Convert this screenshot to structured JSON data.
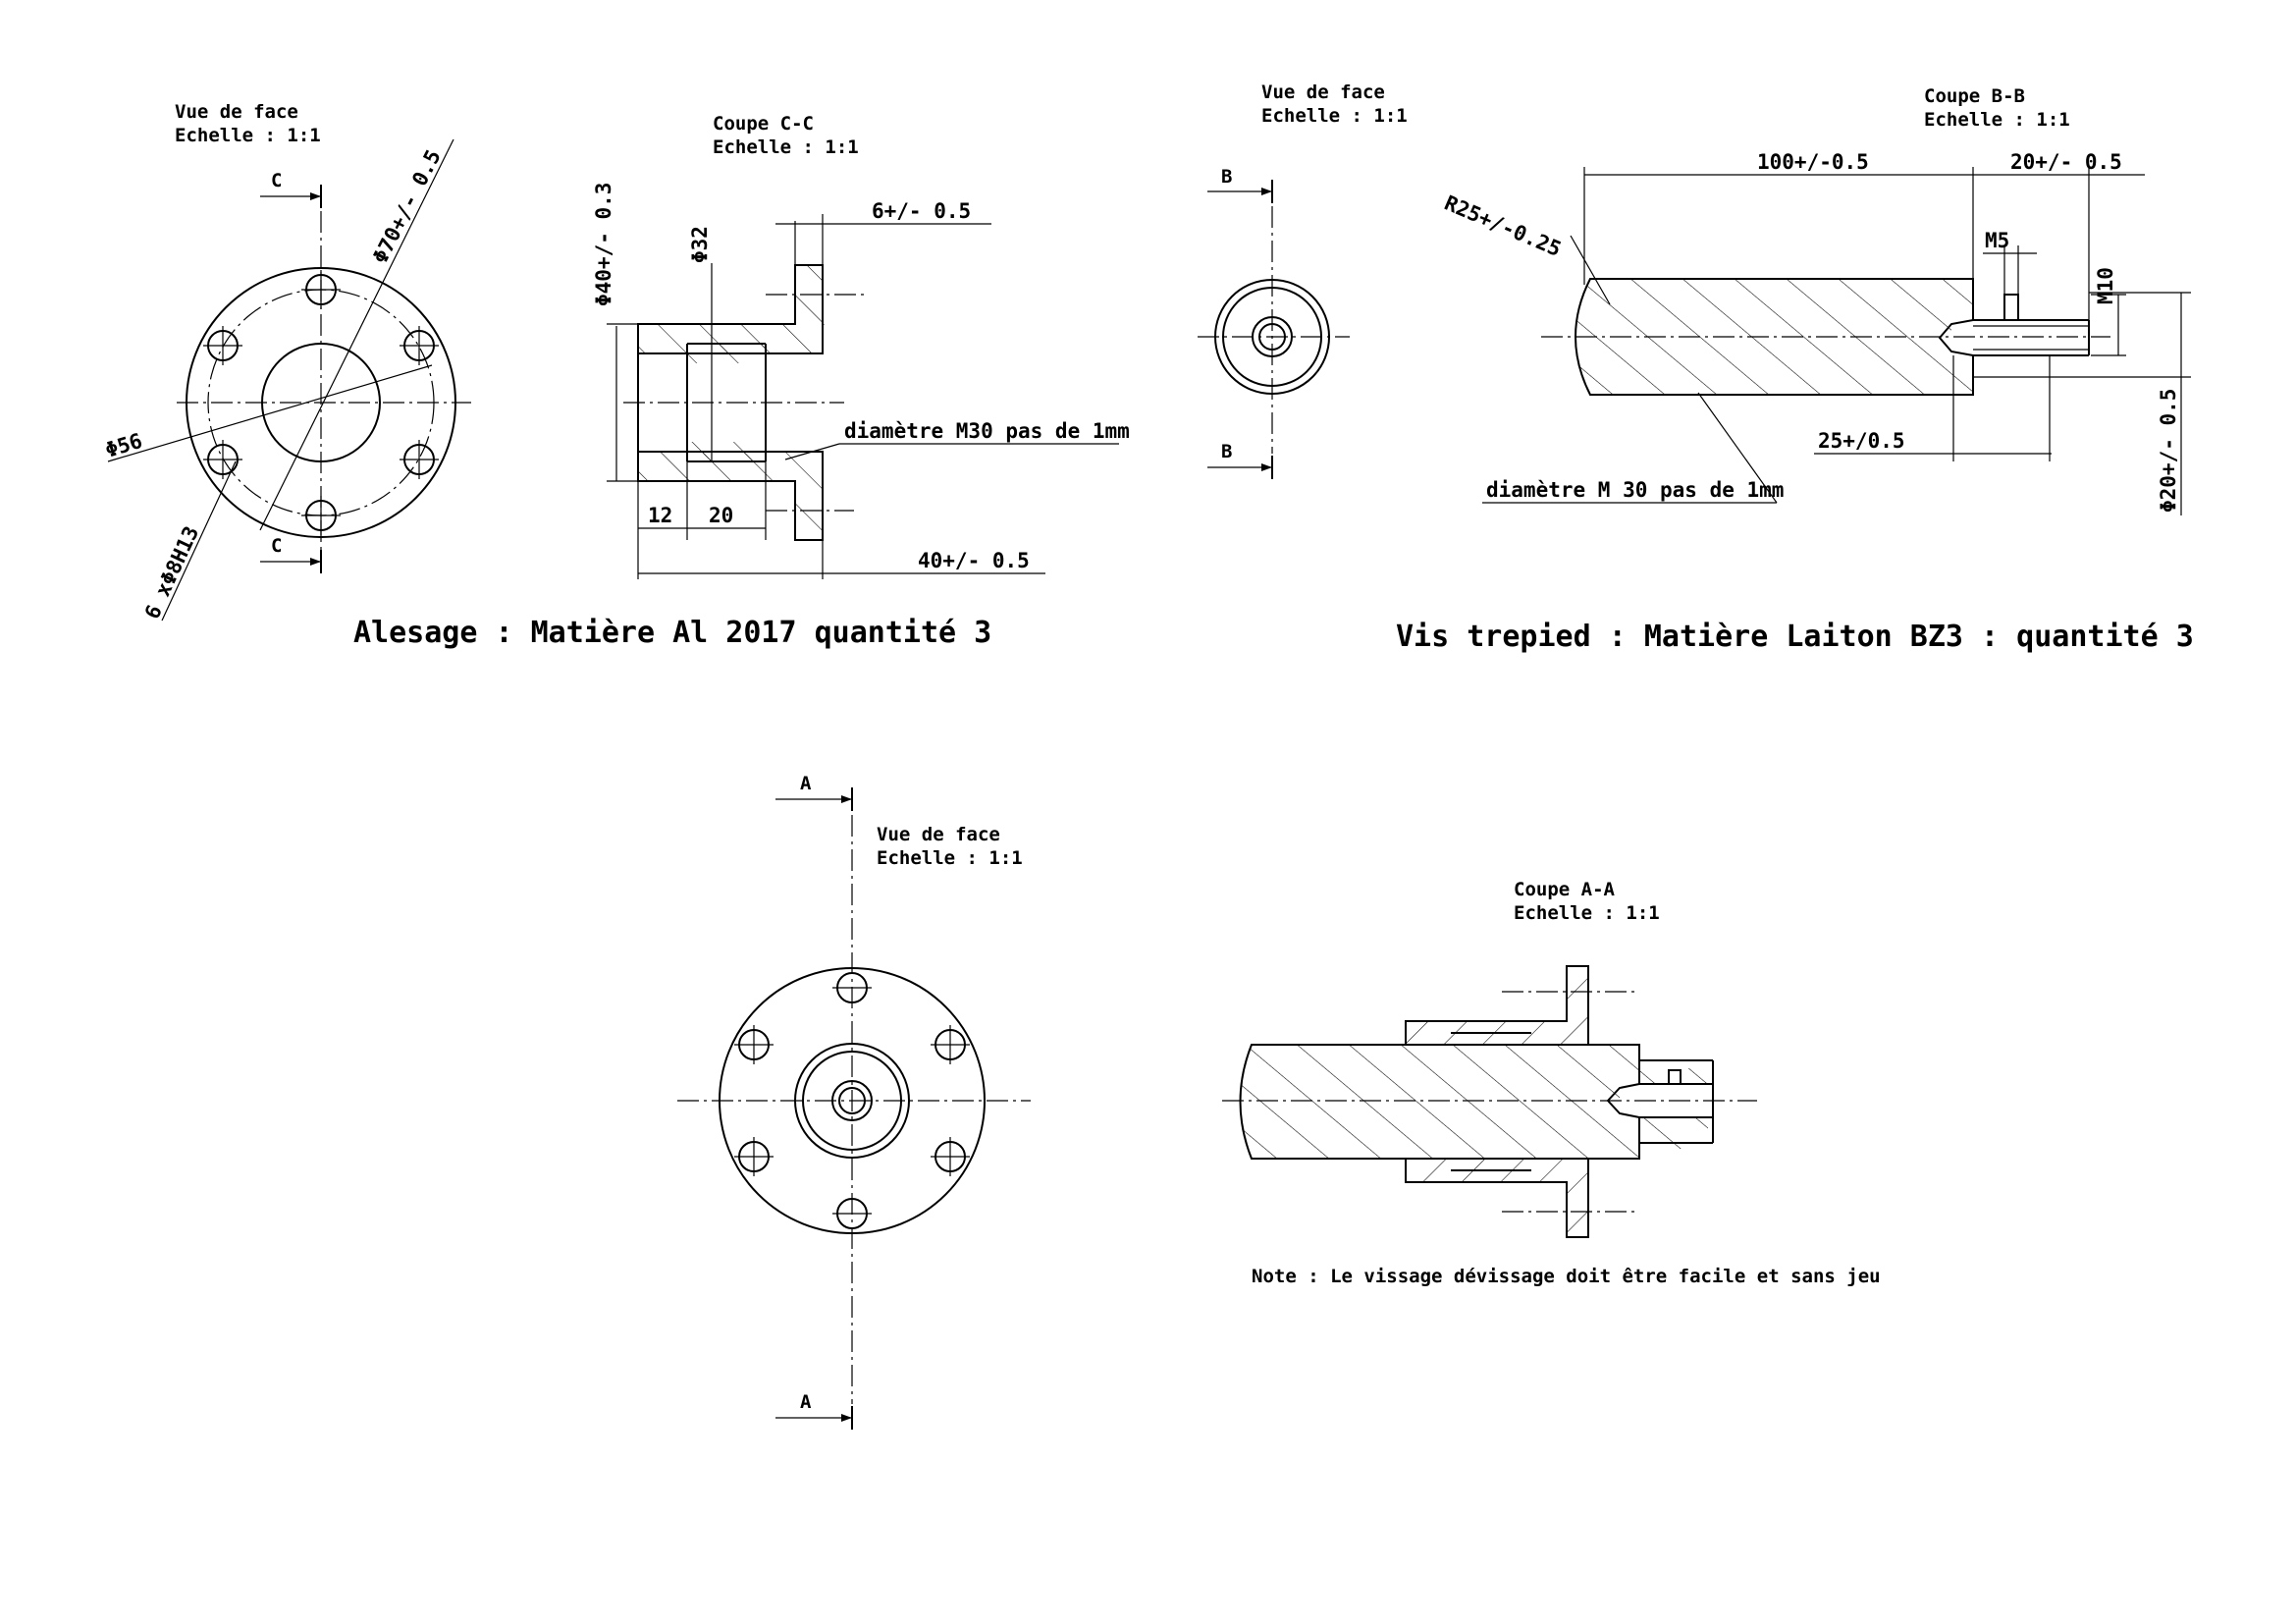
{
  "alesage": {
    "front_view": {
      "title": "Vue de face",
      "scale": "Echelle :  1:1",
      "section_mark": "C"
    },
    "section": {
      "title": "Coupe C-C",
      "scale": "Echelle :  1:1"
    },
    "dims": {
      "d56": "Φ56",
      "d70": "Φ70+/- 0.5",
      "holes": "6 xΦ8H13",
      "d40": "Φ40+/- 0.3",
      "d32": "Φ32",
      "flange": "6+/- 0.5",
      "thread": "diamètre M30 pas de 1mm",
      "l12": "12",
      "l20": "20",
      "l40": "40+/- 0.5"
    },
    "caption": "Alesage : Matière Al 2017 quantité 3"
  },
  "vis": {
    "front_view": {
      "title": "Vue de face",
      "scale": "Echelle :  1:1",
      "section_mark": "B"
    },
    "section": {
      "title": "Coupe B-B",
      "scale": "Echelle :  1:1"
    },
    "dims": {
      "l100": "100+/-0.5",
      "l20": "20+/- 0.5",
      "r25": "R25+/-0.25",
      "m5": "M5",
      "m10": "M10",
      "d20": "Φ20+/- 0.5",
      "l25": "25+/0.5",
      "thread": "diamètre M 30 pas de 1mm"
    },
    "caption": "Vis trepied : Matière Laiton BZ3 : quantité 3"
  },
  "assembly": {
    "front_view": {
      "title": "Vue de face",
      "scale": "Echelle :  1:1",
      "section_mark": "A"
    },
    "section": {
      "title": "Coupe A-A",
      "scale": "Echelle :  1:1"
    },
    "note": "Note : Le vissage dévissage doit être facile et sans jeu"
  }
}
